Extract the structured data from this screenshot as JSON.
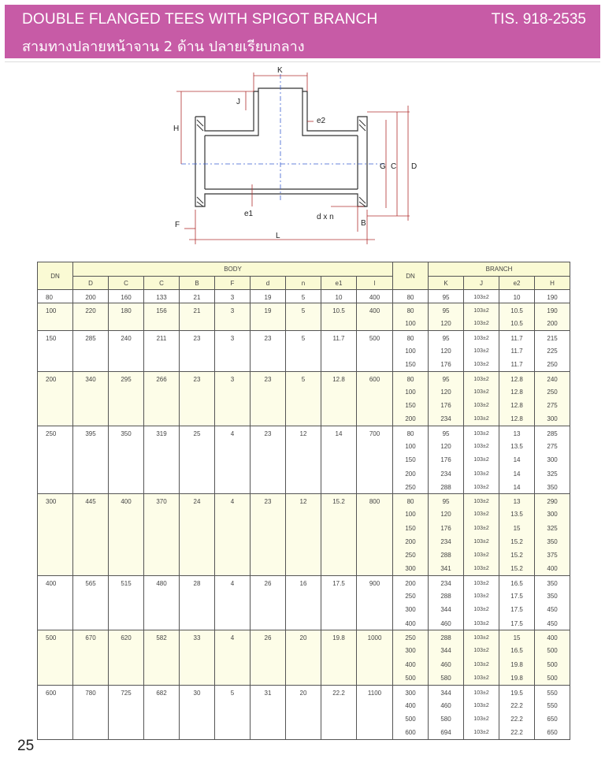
{
  "header": {
    "title_en": "DOUBLE FLANGED TEES WITH SPIGOT BRANCH",
    "title_th": "สามทางปลายหน้าจาน 2 ด้าน ปลายเรียบกลาง",
    "standard": "TIS. 918-2535"
  },
  "drawing": {
    "labels": {
      "K": "K",
      "J": "J",
      "H": "H",
      "e2": "e2",
      "G": "G",
      "C": "C",
      "D": "D",
      "e1": "e1",
      "dxn": "d x n",
      "F": "F",
      "B": "B",
      "L": "L"
    }
  },
  "table": {
    "group_body": "BODY",
    "group_branch": "BRANCH",
    "col_dn": "DN",
    "col_dn_branch": "DN",
    "body_cols": [
      "D",
      "C",
      "C",
      "B",
      "F",
      "d",
      "n",
      "e1",
      "l"
    ],
    "branch_cols": [
      "K",
      "J",
      "e2",
      "H"
    ],
    "rows": [
      {
        "dn": "80",
        "body": [
          "200",
          "160",
          "133",
          "21",
          "3",
          "19",
          "5",
          "10",
          "400"
        ],
        "bdn": "80",
        "branch": [
          "95",
          "103±2",
          "10",
          "190"
        ]
      },
      {
        "dn": "100",
        "body": [
          "220",
          "180",
          "156",
          "21",
          "3",
          "19",
          "5",
          "10.5",
          "400"
        ],
        "bdn": "80",
        "branch": [
          "95",
          "103±2",
          "10.5",
          "190"
        ]
      },
      {
        "dn": "",
        "body": [
          "",
          "",
          "",
          "",
          "",
          "",
          "",
          "",
          ""
        ],
        "bdn": "100",
        "branch": [
          "120",
          "103±2",
          "10.5",
          "200"
        ]
      },
      {
        "dn": "150",
        "body": [
          "285",
          "240",
          "211",
          "23",
          "3",
          "23",
          "5",
          "11.7",
          "500"
        ],
        "bdn": "80",
        "branch": [
          "95",
          "103±2",
          "11.7",
          "215"
        ]
      },
      {
        "dn": "",
        "body": [
          "",
          "",
          "",
          "",
          "",
          "",
          "",
          "",
          ""
        ],
        "bdn": "100",
        "branch": [
          "120",
          "103±2",
          "11.7",
          "225"
        ]
      },
      {
        "dn": "",
        "body": [
          "",
          "",
          "",
          "",
          "",
          "",
          "",
          "",
          ""
        ],
        "bdn": "150",
        "branch": [
          "176",
          "103±2",
          "11.7",
          "250"
        ]
      },
      {
        "dn": "200",
        "body": [
          "340",
          "295",
          "266",
          "23",
          "3",
          "23",
          "5",
          "12.8",
          "600"
        ],
        "bdn": "80",
        "branch": [
          "95",
          "103±2",
          "12.8",
          "240"
        ]
      },
      {
        "dn": "",
        "body": [
          "",
          "",
          "",
          "",
          "",
          "",
          "",
          "",
          ""
        ],
        "bdn": "100",
        "branch": [
          "120",
          "103±2",
          "12.8",
          "250"
        ]
      },
      {
        "dn": "",
        "body": [
          "",
          "",
          "",
          "",
          "",
          "",
          "",
          "",
          ""
        ],
        "bdn": "150",
        "branch": [
          "176",
          "103±2",
          "12.8",
          "275"
        ]
      },
      {
        "dn": "",
        "body": [
          "",
          "",
          "",
          "",
          "",
          "",
          "",
          "",
          ""
        ],
        "bdn": "200",
        "branch": [
          "234",
          "103±2",
          "12.8",
          "300"
        ]
      },
      {
        "dn": "250",
        "body": [
          "395",
          "350",
          "319",
          "25",
          "4",
          "23",
          "12",
          "14",
          "700"
        ],
        "bdn": "80",
        "branch": [
          "95",
          "103±2",
          "13",
          "285"
        ]
      },
      {
        "dn": "",
        "body": [
          "",
          "",
          "",
          "",
          "",
          "",
          "",
          "",
          ""
        ],
        "bdn": "100",
        "branch": [
          "120",
          "103±2",
          "13.5",
          "275"
        ]
      },
      {
        "dn": "",
        "body": [
          "",
          "",
          "",
          "",
          "",
          "",
          "",
          "",
          ""
        ],
        "bdn": "150",
        "branch": [
          "176",
          "103±2",
          "14",
          "300"
        ]
      },
      {
        "dn": "",
        "body": [
          "",
          "",
          "",
          "",
          "",
          "",
          "",
          "",
          ""
        ],
        "bdn": "200",
        "branch": [
          "234",
          "103±2",
          "14",
          "325"
        ]
      },
      {
        "dn": "",
        "body": [
          "",
          "",
          "",
          "",
          "",
          "",
          "",
          "",
          ""
        ],
        "bdn": "250",
        "branch": [
          "288",
          "103±2",
          "14",
          "350"
        ]
      },
      {
        "dn": "300",
        "body": [
          "445",
          "400",
          "370",
          "24",
          "4",
          "23",
          "12",
          "15.2",
          "800"
        ],
        "bdn": "80",
        "branch": [
          "95",
          "103±2",
          "13",
          "290"
        ]
      },
      {
        "dn": "",
        "body": [
          "",
          "",
          "",
          "",
          "",
          "",
          "",
          "",
          ""
        ],
        "bdn": "100",
        "branch": [
          "120",
          "103±2",
          "13.5",
          "300"
        ]
      },
      {
        "dn": "",
        "body": [
          "",
          "",
          "",
          "",
          "",
          "",
          "",
          "",
          ""
        ],
        "bdn": "150",
        "branch": [
          "176",
          "103±2",
          "15",
          "325"
        ]
      },
      {
        "dn": "",
        "body": [
          "",
          "",
          "",
          "",
          "",
          "",
          "",
          "",
          ""
        ],
        "bdn": "200",
        "branch": [
          "234",
          "103±2",
          "15.2",
          "350"
        ]
      },
      {
        "dn": "",
        "body": [
          "",
          "",
          "",
          "",
          "",
          "",
          "",
          "",
          ""
        ],
        "bdn": "250",
        "branch": [
          "288",
          "103±2",
          "15.2",
          "375"
        ]
      },
      {
        "dn": "",
        "body": [
          "",
          "",
          "",
          "",
          "",
          "",
          "",
          "",
          ""
        ],
        "bdn": "300",
        "branch": [
          "341",
          "103±2",
          "15.2",
          "400"
        ]
      },
      {
        "dn": "400",
        "body": [
          "565",
          "515",
          "480",
          "28",
          "4",
          "26",
          "16",
          "17.5",
          "900"
        ],
        "bdn": "200",
        "branch": [
          "234",
          "103±2",
          "16.5",
          "350"
        ]
      },
      {
        "dn": "",
        "body": [
          "",
          "",
          "",
          "",
          "",
          "",
          "",
          "",
          ""
        ],
        "bdn": "250",
        "branch": [
          "288",
          "103±2",
          "17.5",
          "350"
        ]
      },
      {
        "dn": "",
        "body": [
          "",
          "",
          "",
          "",
          "",
          "",
          "",
          "",
          ""
        ],
        "bdn": "300",
        "branch": [
          "344",
          "103±2",
          "17.5",
          "450"
        ]
      },
      {
        "dn": "",
        "body": [
          "",
          "",
          "",
          "",
          "",
          "",
          "",
          "",
          ""
        ],
        "bdn": "400",
        "branch": [
          "460",
          "103±2",
          "17.5",
          "450"
        ]
      },
      {
        "dn": "500",
        "body": [
          "670",
          "620",
          "582",
          "33",
          "4",
          "26",
          "20",
          "19.8",
          "1000"
        ],
        "bdn": "250",
        "branch": [
          "288",
          "103±2",
          "15",
          "400"
        ]
      },
      {
        "dn": "",
        "body": [
          "",
          "",
          "",
          "",
          "",
          "",
          "",
          "",
          ""
        ],
        "bdn": "300",
        "branch": [
          "344",
          "103±2",
          "16.5",
          "500"
        ]
      },
      {
        "dn": "",
        "body": [
          "",
          "",
          "",
          "",
          "",
          "",
          "",
          "",
          ""
        ],
        "bdn": "400",
        "branch": [
          "460",
          "103±2",
          "19.8",
          "500"
        ]
      },
      {
        "dn": "",
        "body": [
          "",
          "",
          "",
          "",
          "",
          "",
          "",
          "",
          ""
        ],
        "bdn": "500",
        "branch": [
          "580",
          "103±2",
          "19.8",
          "500"
        ]
      },
      {
        "dn": "600",
        "body": [
          "780",
          "725",
          "682",
          "30",
          "5",
          "31",
          "20",
          "22.2",
          "1100"
        ],
        "bdn": "300",
        "branch": [
          "344",
          "103±2",
          "19.5",
          "550"
        ]
      },
      {
        "dn": "",
        "body": [
          "",
          "",
          "",
          "",
          "",
          "",
          "",
          "",
          ""
        ],
        "bdn": "400",
        "branch": [
          "460",
          "103±2",
          "22.2",
          "550"
        ]
      },
      {
        "dn": "",
        "body": [
          "",
          "",
          "",
          "",
          "",
          "",
          "",
          "",
          ""
        ],
        "bdn": "500",
        "branch": [
          "580",
          "103±2",
          "22.2",
          "650"
        ]
      },
      {
        "dn": "",
        "body": [
          "",
          "",
          "",
          "",
          "",
          "",
          "",
          "",
          ""
        ],
        "bdn": "600",
        "branch": [
          "694",
          "103±2",
          "22.2",
          "650"
        ]
      }
    ]
  },
  "page_number": "25"
}
